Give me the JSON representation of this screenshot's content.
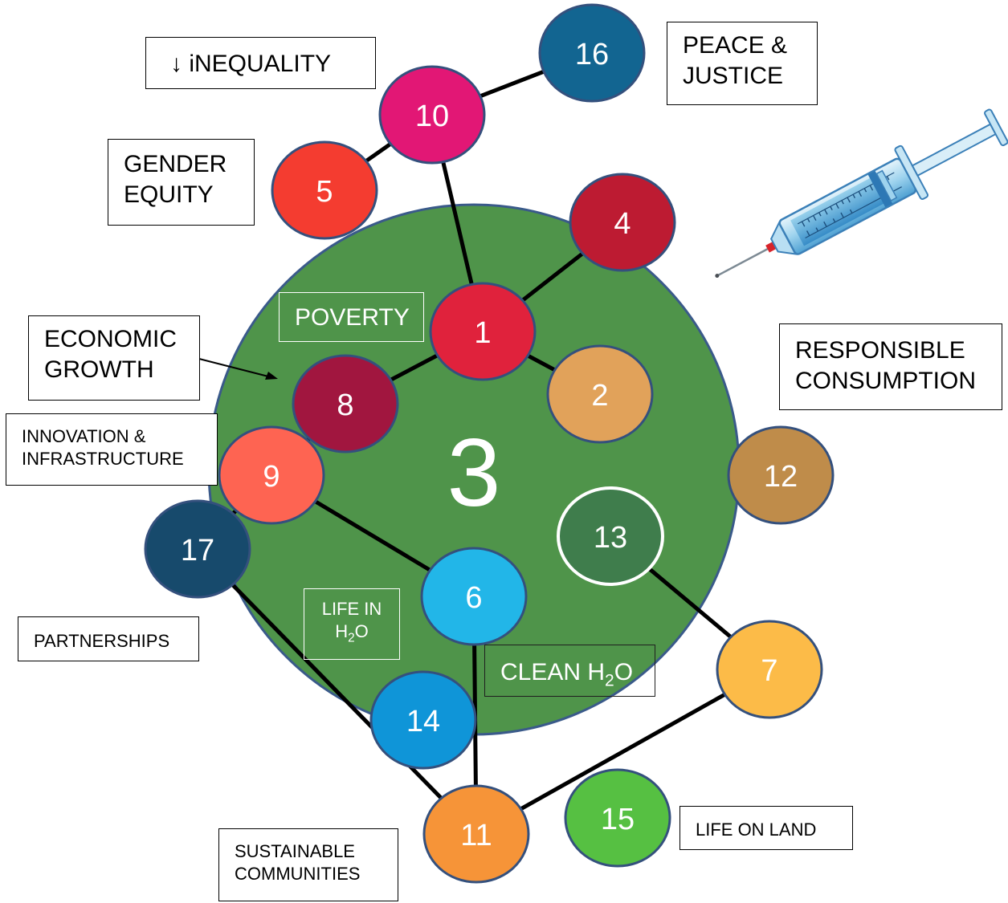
{
  "colors": {
    "central_circle": "#4f944a",
    "central_border": "#3a5a8a",
    "node_border": "#34507d",
    "line": "#000000",
    "node_1": "#e0223c",
    "node_2": "#e1a25a",
    "node_4": "#bd1b32",
    "node_5": "#f43c30",
    "node_6": "#22b6e8",
    "node_7": "#fcbb48",
    "node_8": "#a1163f",
    "node_9": "#fe6452",
    "node_10": "#e21775",
    "node_11": "#f69438",
    "node_12": "#bf8c4a",
    "node_13": "#3f7d4c",
    "node_14": "#0f95d8",
    "node_15": "#56c042",
    "node_16": "#126591",
    "node_17": "#174a6c"
  },
  "center": {
    "number": "3"
  },
  "nodes": {
    "n1": "1",
    "n2": "2",
    "n4": "4",
    "n5": "5",
    "n6": "6",
    "n7": "7",
    "n8": "8",
    "n9": "9",
    "n10": "10",
    "n11": "11",
    "n12": "12",
    "n13": "13",
    "n14": "14",
    "n15": "15",
    "n16": "16",
    "n17": "17"
  },
  "labels": {
    "inequality": "↓ iNEQUALITY",
    "peace_line1": "PEACE &",
    "peace_line2": "JUSTICE",
    "gender_line1": "GENDER",
    "gender_line2": "EQUITY",
    "poverty": "POVERTY",
    "economic_line1": "ECONOMIC",
    "economic_line2": "GROWTH",
    "responsible_line1": "RESPONSIBLE",
    "responsible_line2": "CONSUMPTION",
    "innovation_line1": "INNOVATION &",
    "innovation_line2": "INFRASTRUCTURE",
    "partnerships": "PARTNERSHIPS",
    "lifeinwater_line1": "LIFE IN",
    "lifeinwater_h": "H",
    "lifeinwater_sub": "2",
    "lifeinwater_o": "O",
    "cleanwater_prefix": "CLEAN H",
    "cleanwater_sub": "2",
    "cleanwater_o": "O",
    "sustainable_line1": "SUSTAINABLE",
    "sustainable_line2": "COMMUNITIES",
    "lifeonland": "LIFE ON LAND"
  },
  "connections": [
    [
      "n10",
      "n16"
    ],
    [
      "n10",
      "n5"
    ],
    [
      "n10",
      "n1"
    ],
    [
      "n1",
      "n4"
    ],
    [
      "n1",
      "n2"
    ],
    [
      "n1",
      "n8"
    ],
    [
      "n8",
      "n9"
    ],
    [
      "n9",
      "n6"
    ],
    [
      "n9",
      "n17"
    ],
    [
      "n6",
      "n11"
    ],
    [
      "n13",
      "n7"
    ],
    [
      "n7",
      "n11"
    ],
    [
      "n17",
      "n11"
    ]
  ]
}
